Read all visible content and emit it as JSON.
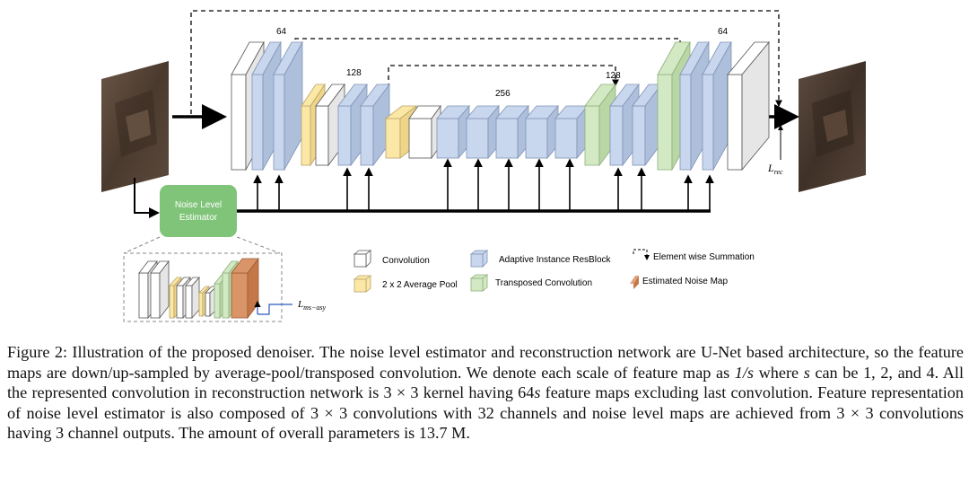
{
  "figure": {
    "channel_labels": {
      "left_64": "64",
      "left_128": "128",
      "bottleneck_256": "256",
      "right_128": "128",
      "right_64": "64"
    },
    "noise_estimator_label_line1": "Noise Level",
    "noise_estimator_label_line2": "Estimator",
    "loss_rec": "L",
    "loss_rec_sub": "rec",
    "loss_ms": "L",
    "loss_ms_sub": "ms−asy",
    "legend": {
      "convolution": "Convolution",
      "avg_pool": "2 x 2 Average Pool",
      "adain_resblock": "Adaptive Instance ResBlock",
      "transposed_conv": "Transposed Convolution",
      "element_sum": "Element wise Summation",
      "noise_map": "Estimated Noise Map"
    },
    "colors": {
      "convolution": "#ffffff",
      "avg_pool": "#fbe7a6",
      "adain_resblock": "#c9d7ee",
      "transposed_conv": "#d3e9c3",
      "noise_map": "#d99468",
      "estimator_box": "#80c47a"
    }
  },
  "caption": {
    "part1": "Figure 2: Illustration of the proposed denoiser.  The noise level estimator and reconstruction network are U-Net based architecture, so the feature maps are down/up-sampled by average-pool/transposed convolution.  We denote each scale of feature map as ",
    "frac": "1/s",
    "part2": " where ",
    "var_s": "s",
    "part3": " can be 1, 2, and 4.  All the represented convolution in reconstruction network is 3 × 3 kernel having 64",
    "var_s2": "s",
    "part4": " feature maps excluding last convolution. Feature representation of noise level estimator is also composed of 3 × 3 convolutions with 32 channels and noise level maps are achieved from 3 × 3 convolutions having 3 channel outputs.  The amount of overall parameters is 13.7 M."
  }
}
